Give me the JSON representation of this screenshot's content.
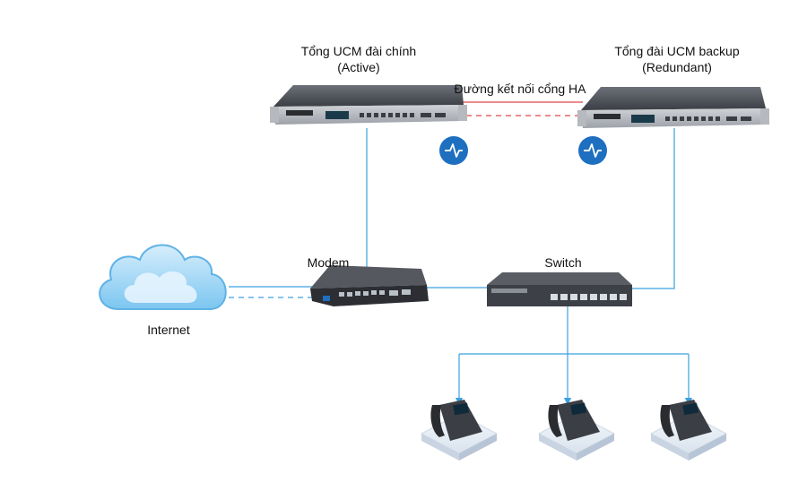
{
  "labels": {
    "primary_title": "Tổng UCM đài chính",
    "primary_state": "(Active)",
    "backup_title": "Tổng đài UCM backup",
    "backup_state": "(Redundant)",
    "ha_link": "Đường kết nối cổng HA",
    "modem": "Modem",
    "switch": "Switch",
    "internet": "Internet"
  },
  "icons": {
    "heartbeat": "heartbeat-icon",
    "cloud": "cloud-icon",
    "phone": "ip-phone-icon"
  },
  "colors": {
    "network_line": "#3aa0e0",
    "ha_solid": "#e04646",
    "ha_dashed": "#e04646",
    "heartbeat_badge": "#1e6fc0",
    "device_body": "#3d4046"
  }
}
